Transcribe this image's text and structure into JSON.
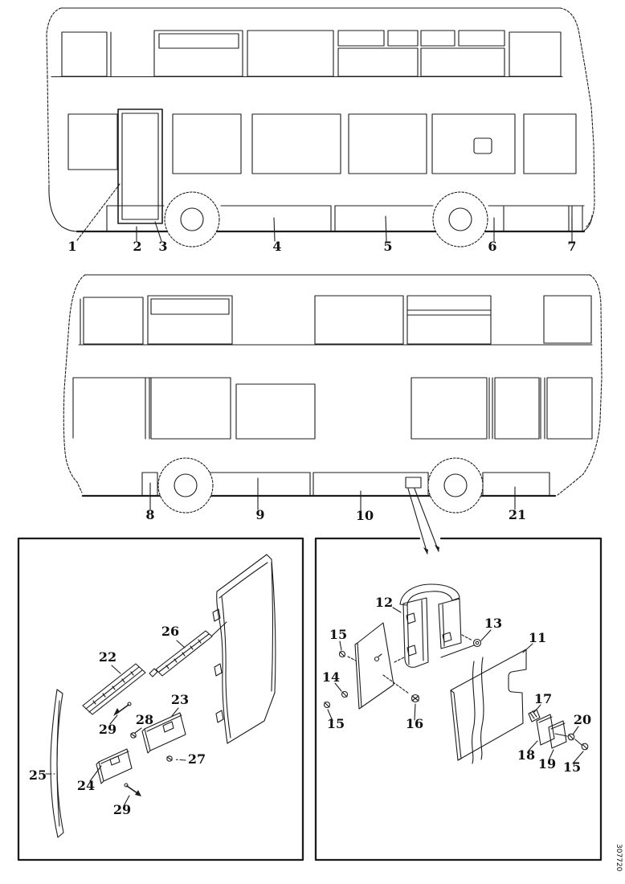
{
  "colors": {
    "ink": "#1c1c1c",
    "background": "#ffffff"
  },
  "code": {
    "text": "307720"
  },
  "callouts": {
    "v1": [
      "1",
      "2",
      "3",
      "4",
      "5",
      "6",
      "7"
    ],
    "v2": [
      "8",
      "9",
      "10",
      "21"
    ],
    "left": [
      "22",
      "23",
      "24",
      "25",
      "26",
      "27",
      "28",
      "29",
      "29"
    ],
    "right": [
      "11",
      "12",
      "13",
      "14",
      "15",
      "15",
      "15",
      "16",
      "17",
      "18",
      "19",
      "20"
    ]
  }
}
